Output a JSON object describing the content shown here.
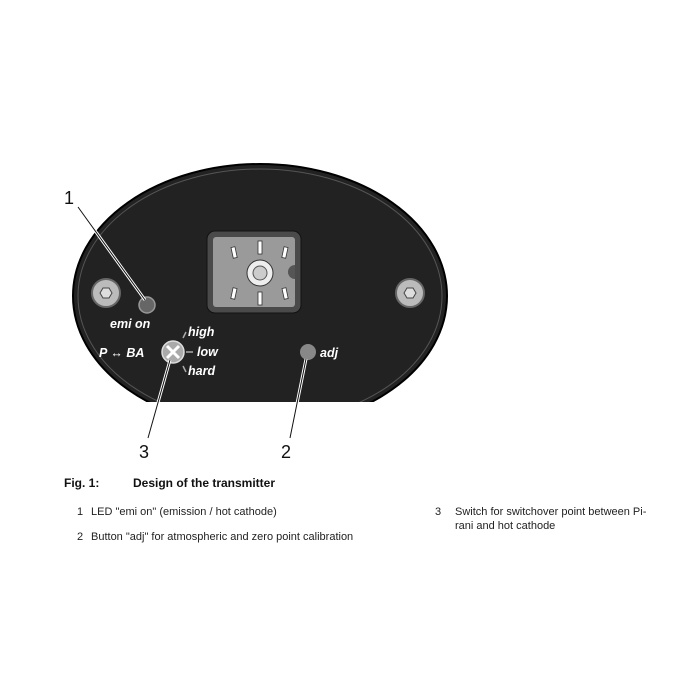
{
  "figure": {
    "callouts": [
      "1",
      "2",
      "3"
    ],
    "labels": {
      "led": "emi on",
      "pba": "P ↔ BA",
      "high": "high",
      "low": "low",
      "hard": "hard",
      "adj": "adj"
    }
  },
  "caption": {
    "number": "Fig. 1:",
    "title": "Design of the transmitter"
  },
  "legend": [
    {
      "num": "1",
      "text": "LED \"emi on\" (emission / hot cathode)"
    },
    {
      "num": "2",
      "text": "Button \"adj\" for atmospheric and zero point calibration"
    },
    {
      "num": "3",
      "text_line1": "Switch for switchover point between Pi-",
      "text_line2": "rani and hot cathode"
    }
  ]
}
